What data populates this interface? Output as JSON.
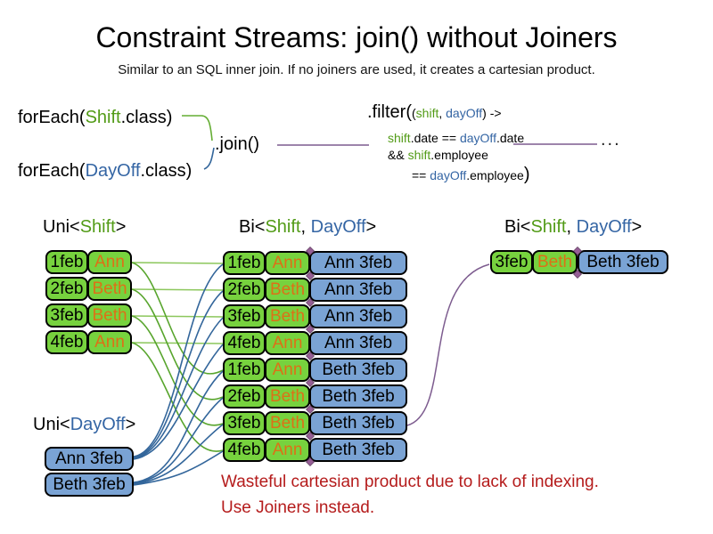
{
  "title": "Constraint Streams: join() without Joiners",
  "subtitle": "Similar to an SQL inner join. If no joiners are used, it creates a cartesian product.",
  "code": {
    "foreach_shift": {
      "pre": "forEach(",
      "cls": "Shift",
      "post": ".class)"
    },
    "foreach_dayoff": {
      "pre": "forEach(",
      "cls": "DayOff",
      "post": ".class)"
    },
    "join": ".join()",
    "ellipsis": "...",
    "filter": {
      "l1_big": ".filter(",
      "l1_paren": "(",
      "l1_shift": "shift",
      "l1_comma": ", ",
      "l1_dayoff": "dayOff",
      "l1_end": ") ->",
      "l2_shift": "shift",
      "l2_mid": ".date == ",
      "l2_dayoff": "dayOff",
      "l2_end": ".date",
      "l3_and": "&& ",
      "l3_shift": "shift",
      "l3_end": ".employee",
      "l4_eq": "== ",
      "l4_dayoff": "dayOff",
      "l4_mid": ".employee",
      "l4_big": ")"
    }
  },
  "headers": {
    "uni_shift": {
      "pre": "Uni<",
      "type": "Shift",
      "post": ">"
    },
    "bi_main": {
      "pre": "Bi<",
      "t1": "Shift",
      "sep": ", ",
      "t2": "DayOff",
      "post": ">"
    },
    "bi_result": {
      "pre": "Bi<",
      "t1": "Shift",
      "sep": ", ",
      "t2": "DayOff",
      "post": ">"
    },
    "uni_dayoff": {
      "pre": "Uni<",
      "type": "DayOff",
      "post": ">"
    }
  },
  "tables": {
    "uni_shift": {
      "rows": [
        {
          "date": "1feb",
          "emp": "Ann"
        },
        {
          "date": "2feb",
          "emp": "Beth"
        },
        {
          "date": "3feb",
          "emp": "Beth"
        },
        {
          "date": "4feb",
          "emp": "Ann"
        }
      ]
    },
    "uni_dayoff": {
      "rows": [
        {
          "label": "Ann 3feb"
        },
        {
          "label": "Beth 3feb"
        }
      ]
    },
    "bi_main": {
      "rows": [
        {
          "date": "1feb",
          "emp": "Ann",
          "pair": "Ann 3feb"
        },
        {
          "date": "2feb",
          "emp": "Beth",
          "pair": "Ann 3feb"
        },
        {
          "date": "3feb",
          "emp": "Beth",
          "pair": "Ann 3feb"
        },
        {
          "date": "4feb",
          "emp": "Ann",
          "pair": "Ann 3feb"
        },
        {
          "date": "1feb",
          "emp": "Ann",
          "pair": "Beth 3feb"
        },
        {
          "date": "2feb",
          "emp": "Beth",
          "pair": "Beth 3feb"
        },
        {
          "date": "3feb",
          "emp": "Beth",
          "pair": "Beth 3feb"
        },
        {
          "date": "4feb",
          "emp": "Ann",
          "pair": "Beth 3feb"
        }
      ]
    },
    "bi_result": {
      "rows": [
        {
          "date": "3feb",
          "emp": "Beth",
          "pair": "Beth 3feb"
        }
      ]
    }
  },
  "note": {
    "line1": "Wasteful cartesian product due to lack of indexing.",
    "line2": "Use Joiners instead."
  },
  "colors": {
    "shift_green_text": "#529b17",
    "dayoff_blue_text": "#3465a4",
    "employee_orange_text": "#dd7017",
    "shift_box_green": "#77d23e",
    "dayoff_box_blue": "#7aa3d4",
    "warning_red": "#b51c1c",
    "join_purple_line": "#7d5c8f",
    "shift_line_green": "#64ad33",
    "dayoff_line_blue": "#33669b"
  }
}
